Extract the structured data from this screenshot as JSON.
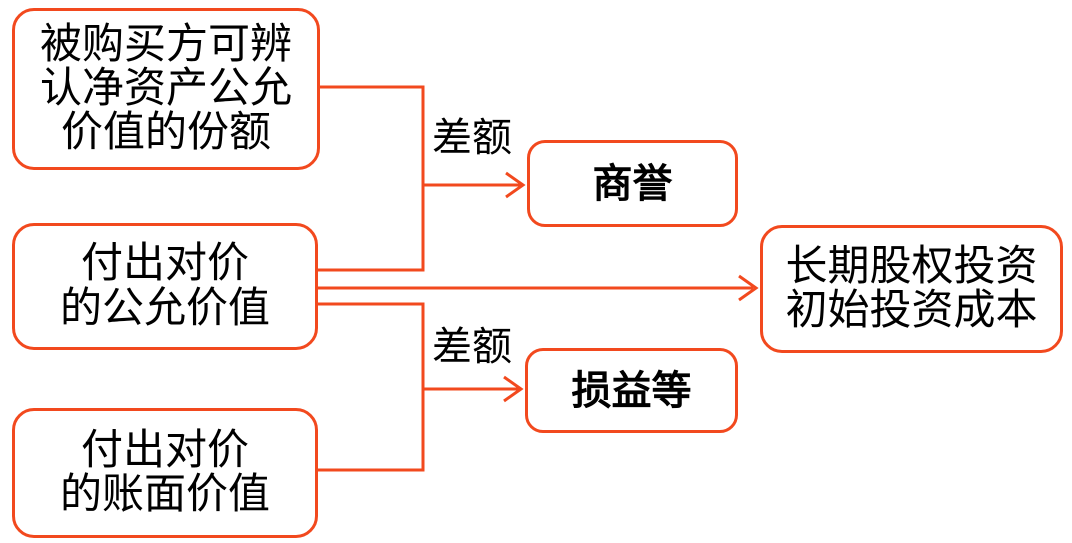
{
  "colors": {
    "accent": "#F2491E",
    "text": "#000000",
    "background": "#FFFFFF"
  },
  "diagram": {
    "boxes": {
      "acquiree_share": {
        "lines": [
          "被购买方可辨",
          "认净资产公允",
          "价值的份额"
        ],
        "full_text": "被购买方可辨认净资产公允价值的份额"
      },
      "consideration_fair_value": {
        "lines": [
          "付出对价",
          "的公允价值"
        ],
        "full_text": "付出对价的公允价值"
      },
      "consideration_book_value": {
        "lines": [
          "付出对价",
          "的账面价值"
        ],
        "full_text": "付出对价的账面价值"
      },
      "goodwill": {
        "label": "商誉"
      },
      "profit_loss": {
        "label": "损益等"
      },
      "long_term_equity_cost": {
        "lines": [
          "长期股权投资",
          "初始投资成本"
        ],
        "full_text": "长期股权投资初始投资成本"
      }
    },
    "edge_labels": {
      "difference_top": "差额",
      "difference_bottom": "差额"
    }
  }
}
